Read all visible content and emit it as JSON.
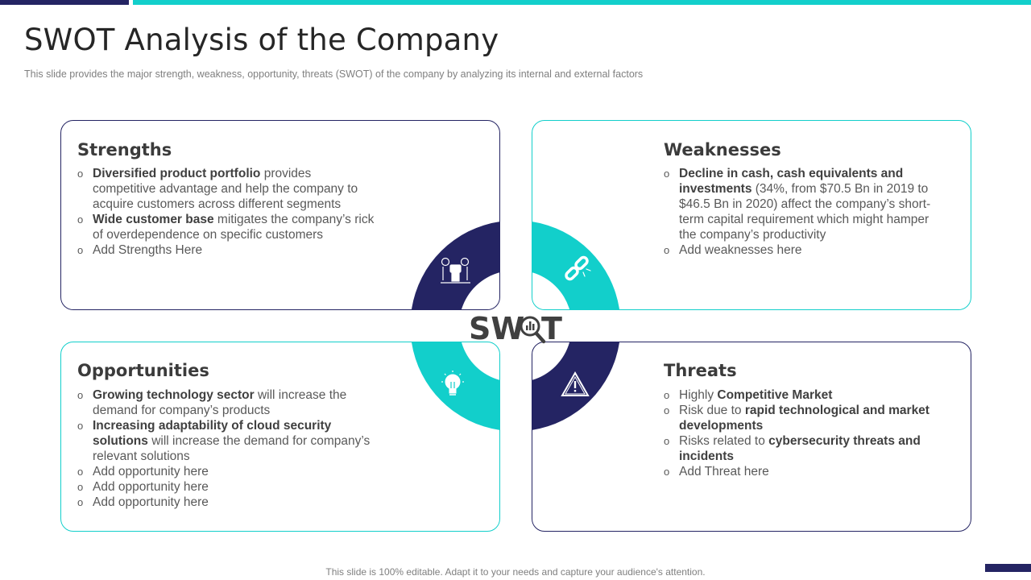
{
  "header": {
    "title": "SWOT Analysis of the Company",
    "subtitle": "This slide provides  the major strength, weakness, opportunity, threats (SWOT) of the company by analyzing its internal and external factors"
  },
  "colors": {
    "navy": "#242463",
    "teal": "#12cfcb",
    "text": "#404040"
  },
  "center": {
    "letters_left": "SW",
    "letters_right": "T",
    "magnifier_icon": "magnifier-chart-icon"
  },
  "strengths": {
    "title": "Strengths",
    "icon": "fist-money-icon",
    "items": [
      {
        "bold": "Diversified product portfolio",
        "text": " provides competitive advantage and help the company to acquire customers across different segments"
      },
      {
        "bold": "Wide customer base",
        "text": " mitigates the company’s rick of overdependence on specific customers"
      },
      {
        "bold": "",
        "text": "Add Strengths Here"
      }
    ]
  },
  "weaknesses": {
    "title": "Weaknesses",
    "icon": "broken-chain-icon",
    "items": [
      {
        "bold": "Decline in cash, cash equivalents and investments",
        "text": " (34%, from $70.5 Bn in 2019 to $46.5 Bn in 2020) affect the company’s short-term capital requirement which might hamper the company’s productivity"
      },
      {
        "bold": "",
        "text": "Add weaknesses here"
      }
    ]
  },
  "opportunities": {
    "title": "Opportunities",
    "icon": "lightbulb-icon",
    "items": [
      {
        "bold": "Growing technology sector",
        "text": " will increase the demand for company’s products"
      },
      {
        "bold": "Increasing adaptability of cloud security solutions",
        "text": " will increase the demand for company’s relevant  solutions"
      },
      {
        "bold": "",
        "text": "Add opportunity here"
      },
      {
        "bold": "",
        "text": "Add opportunity here"
      },
      {
        "bold": "",
        "text": "Add opportunity here"
      }
    ]
  },
  "threats": {
    "title": "Threats",
    "icon": "warning-triangle-icon",
    "items": [
      {
        "pre": "Highly ",
        "bold": "Competitive Market",
        "text": ""
      },
      {
        "pre": "Risk due to ",
        "bold": "rapid technological and market developments",
        "text": ""
      },
      {
        "pre": "Risks related to ",
        "bold": "cybersecurity threats and incidents",
        "text": ""
      },
      {
        "pre": "",
        "bold": "",
        "text": "Add Threat here"
      }
    ]
  },
  "footer": {
    "note": "This slide is 100% editable. Adapt it to your needs and capture your audience's attention."
  }
}
